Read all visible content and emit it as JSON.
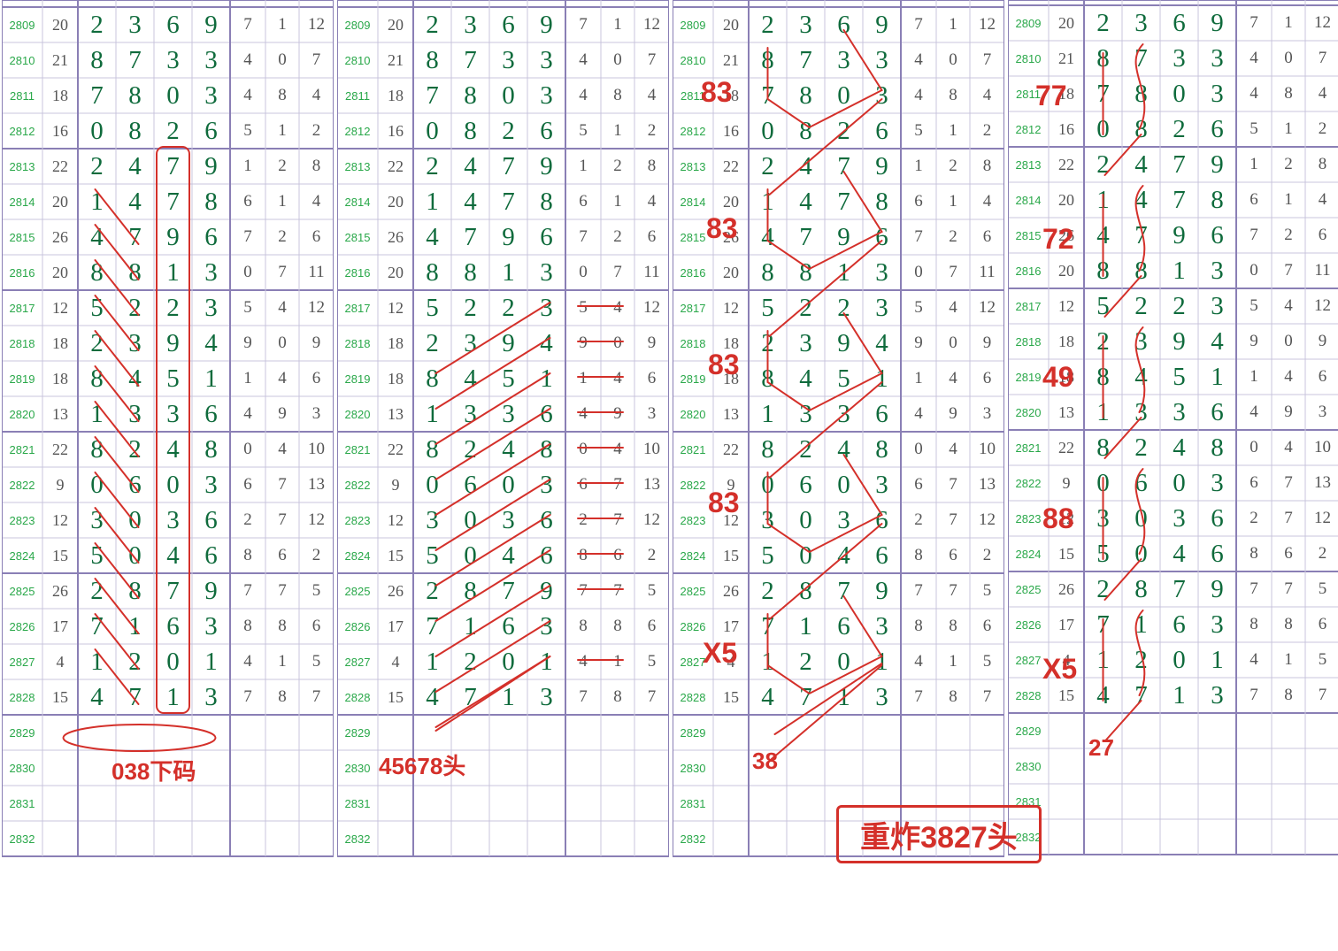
{
  "rows": [
    {
      "issue": "2809",
      "sum": "20",
      "digits": [
        "2",
        "3",
        "6",
        "9"
      ],
      "spans": [
        "7",
        "1",
        "12"
      ]
    },
    {
      "issue": "2810",
      "sum": "21",
      "digits": [
        "8",
        "7",
        "3",
        "3"
      ],
      "spans": [
        "4",
        "0",
        "7"
      ]
    },
    {
      "issue": "2811",
      "sum": "18",
      "digits": [
        "7",
        "8",
        "0",
        "3"
      ],
      "spans": [
        "4",
        "8",
        "4"
      ]
    },
    {
      "issue": "2812",
      "sum": "16",
      "digits": [
        "0",
        "8",
        "2",
        "6"
      ],
      "spans": [
        "5",
        "1",
        "2"
      ]
    },
    {
      "issue": "2813",
      "sum": "22",
      "digits": [
        "2",
        "4",
        "7",
        "9"
      ],
      "spans": [
        "1",
        "2",
        "8"
      ]
    },
    {
      "issue": "2814",
      "sum": "20",
      "digits": [
        "1",
        "4",
        "7",
        "8"
      ],
      "spans": [
        "6",
        "1",
        "4"
      ]
    },
    {
      "issue": "2815",
      "sum": "26",
      "digits": [
        "4",
        "7",
        "9",
        "6"
      ],
      "spans": [
        "7",
        "2",
        "6"
      ]
    },
    {
      "issue": "2816",
      "sum": "20",
      "digits": [
        "8",
        "8",
        "1",
        "3"
      ],
      "spans": [
        "0",
        "7",
        "11"
      ]
    },
    {
      "issue": "2817",
      "sum": "12",
      "digits": [
        "5",
        "2",
        "2",
        "3"
      ],
      "spans": [
        "5",
        "4",
        "12"
      ]
    },
    {
      "issue": "2818",
      "sum": "18",
      "digits": [
        "2",
        "3",
        "9",
        "4"
      ],
      "spans": [
        "9",
        "0",
        "9"
      ]
    },
    {
      "issue": "2819",
      "sum": "18",
      "digits": [
        "8",
        "4",
        "5",
        "1"
      ],
      "spans": [
        "1",
        "4",
        "6"
      ]
    },
    {
      "issue": "2820",
      "sum": "13",
      "digits": [
        "1",
        "3",
        "3",
        "6"
      ],
      "spans": [
        "4",
        "9",
        "3"
      ]
    },
    {
      "issue": "2821",
      "sum": "22",
      "digits": [
        "8",
        "2",
        "4",
        "8"
      ],
      "spans": [
        "0",
        "4",
        "10"
      ]
    },
    {
      "issue": "2822",
      "sum": "9",
      "digits": [
        "0",
        "6",
        "0",
        "3"
      ],
      "spans": [
        "6",
        "7",
        "13"
      ]
    },
    {
      "issue": "2823",
      "sum": "12",
      "digits": [
        "3",
        "0",
        "3",
        "6"
      ],
      "spans": [
        "2",
        "7",
        "12"
      ]
    },
    {
      "issue": "2824",
      "sum": "15",
      "digits": [
        "5",
        "0",
        "4",
        "6"
      ],
      "spans": [
        "8",
        "6",
        "2"
      ]
    },
    {
      "issue": "2825",
      "sum": "26",
      "digits": [
        "2",
        "8",
        "7",
        "9"
      ],
      "spans": [
        "7",
        "7",
        "5"
      ]
    },
    {
      "issue": "2826",
      "sum": "17",
      "digits": [
        "7",
        "1",
        "6",
        "3"
      ],
      "spans": [
        "8",
        "8",
        "6"
      ]
    },
    {
      "issue": "2827",
      "sum": "4",
      "digits": [
        "1",
        "2",
        "0",
        "1"
      ],
      "spans": [
        "4",
        "1",
        "5"
      ]
    },
    {
      "issue": "2828",
      "sum": "15",
      "digits": [
        "4",
        "7",
        "1",
        "3"
      ],
      "spans": [
        "7",
        "8",
        "7"
      ]
    },
    {
      "issue": "2829",
      "sum": "",
      "digits": [
        "",
        "",
        "",
        ""
      ],
      "spans": [
        "",
        "",
        ""
      ]
    },
    {
      "issue": "2830",
      "sum": "",
      "digits": [
        "",
        "",
        "",
        ""
      ],
      "spans": [
        "",
        "",
        ""
      ]
    },
    {
      "issue": "2831",
      "sum": "",
      "digits": [
        "",
        "",
        "",
        ""
      ],
      "spans": [
        "",
        "",
        ""
      ]
    },
    {
      "issue": "2832",
      "sum": "",
      "digits": [
        "",
        "",
        "",
        ""
      ],
      "spans": [
        "",
        "",
        ""
      ]
    }
  ],
  "panels": [
    {
      "annotations": [
        {
          "text": "038下码"
        }
      ]
    },
    {
      "annotations": [
        {
          "text": "45678头"
        }
      ]
    },
    {
      "annotations": [
        {
          "text": "83"
        },
        {
          "text": "83"
        },
        {
          "text": "83"
        },
        {
          "text": "83"
        },
        {
          "text": "X5"
        },
        {
          "text": "38"
        }
      ]
    },
    {
      "annotations": [
        {
          "text": "77"
        },
        {
          "text": "72"
        },
        {
          "text": "49"
        },
        {
          "text": "88"
        },
        {
          "text": "X5"
        },
        {
          "text": "27"
        }
      ]
    }
  ],
  "highlight": {
    "text": "重炸3827头"
  },
  "colors": {
    "grid_line": "#c9c4dc",
    "group_line": "#8a7fb5",
    "issue_text": "#2aa84a",
    "digit_text": "#0f6b3c",
    "annotation": "#d4302a"
  }
}
